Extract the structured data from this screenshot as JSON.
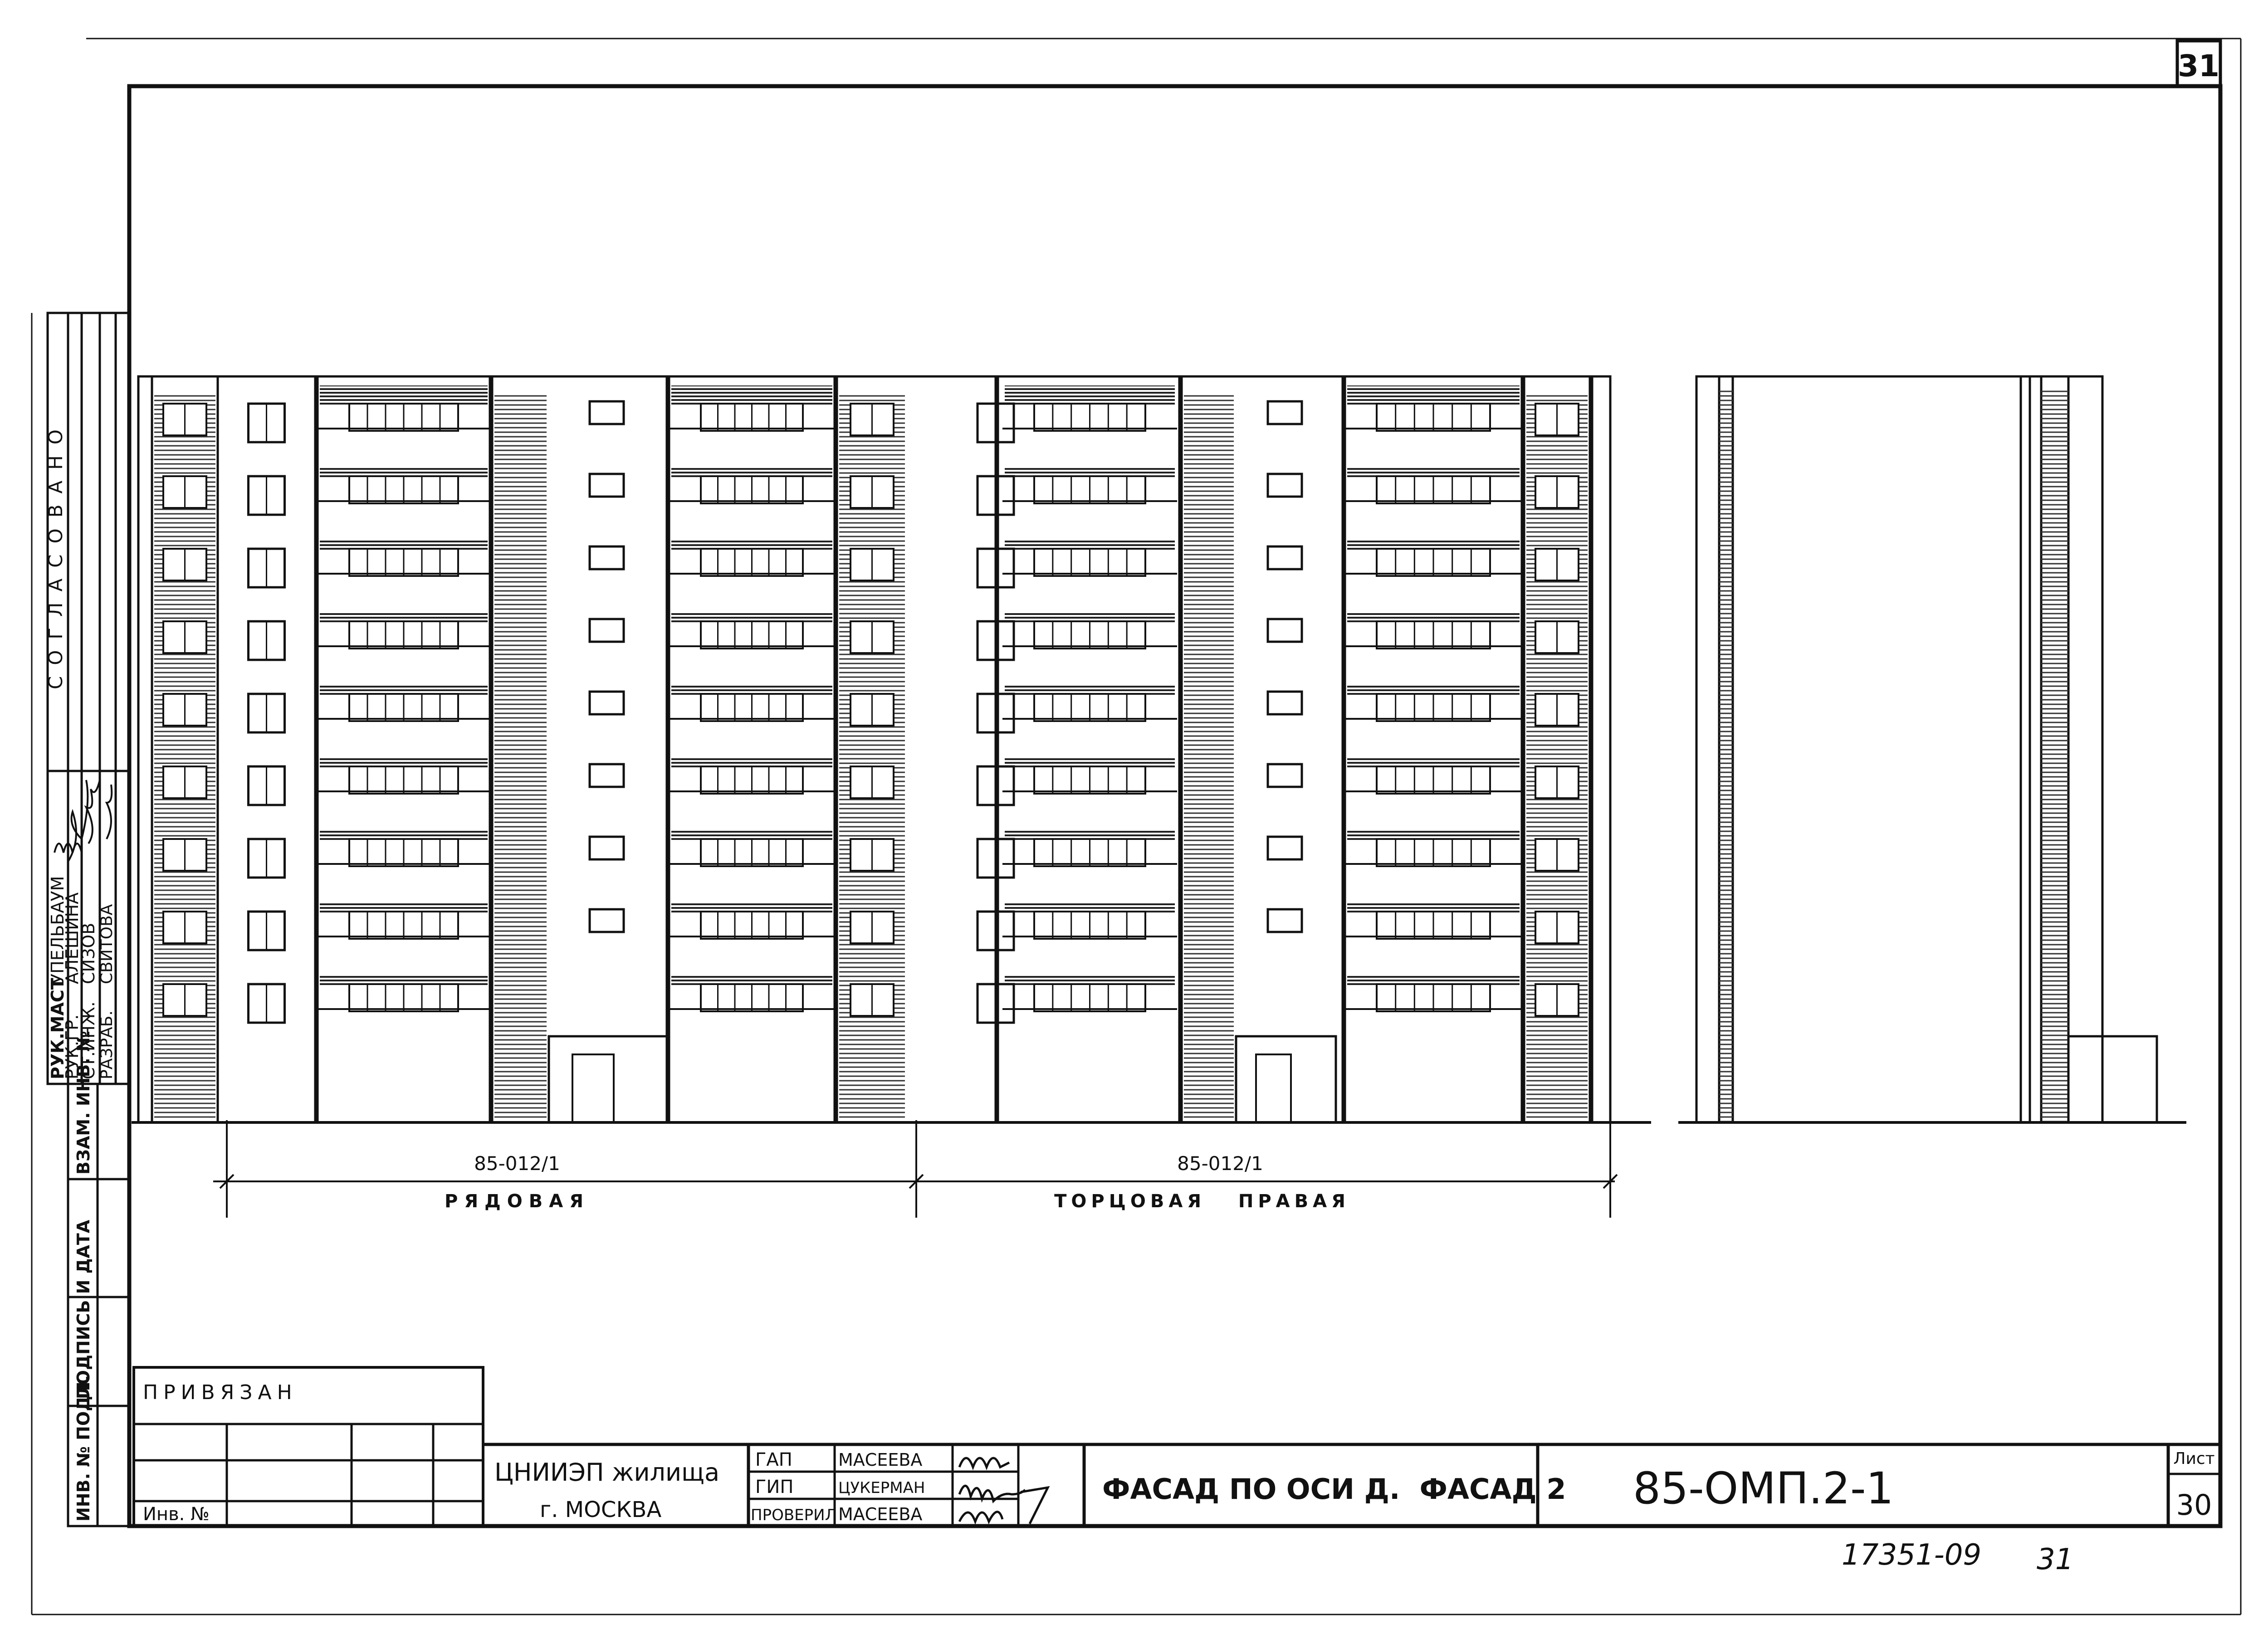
{
  "sheet": {
    "corner_number": "31",
    "sheet_label": "Лист",
    "sheet_number": "30",
    "bottom_note": "17351-09",
    "bottom_page": "31"
  },
  "facade": {
    "left_dimension": "85-012/1",
    "left_caption": "РЯДОВАЯ",
    "right_dimension": "85-012/1",
    "right_caption": "ТОРЦОВАЯ   ПРАВАЯ"
  },
  "approval": {
    "vertical_title": "СОГЛАСОВАНО",
    "rows": [
      {
        "role": "РУК.МАСТ",
        "name": "УПЕЛЬБАУМ"
      },
      {
        "role": "РУК.ГР.",
        "name": "АЛЕШИНА"
      },
      {
        "role": "СТ.ИНЖ.",
        "name": "СИЗОВ"
      },
      {
        "role": "РАЗРАБ.",
        "name": "СВИТОВА"
      }
    ],
    "field_inv_zam": "ВЗАМ. ИНВ. №",
    "field_sign_date": "ПОДПИСЬ И ДАТА",
    "field_inv_podl": "ИНВ. № ПОДЛ."
  },
  "title_block": {
    "bound_label": "ПРИВЯЗАН",
    "inv_label": "Инв. №",
    "org_name": "ЦНИИЭП жилища",
    "city": "г. МОСКВА",
    "roles": [
      {
        "role": "ГАП",
        "name": "МАСЕЕВА"
      },
      {
        "role": "ГИП",
        "name": "ЦУКЕРМАН"
      },
      {
        "role": "ПРОВЕРИЛ",
        "name": "МАСЕЕВА"
      }
    ],
    "title": "ФАСАД ПО ОСИ Д.  ФАСАД 2",
    "code": "85-ОМП.2-1"
  }
}
